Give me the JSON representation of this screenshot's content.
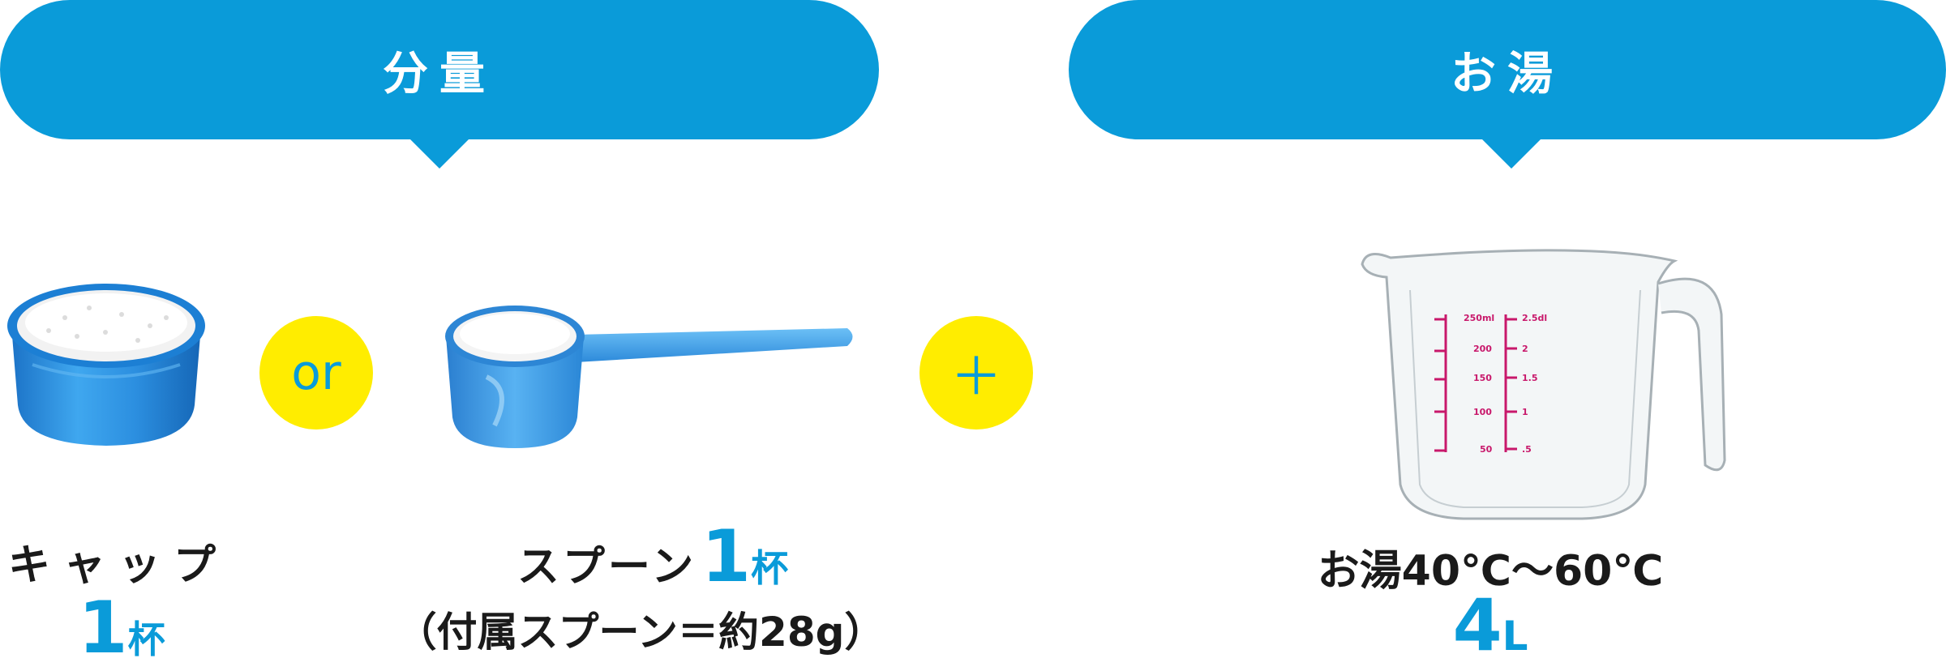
{
  "headers": {
    "amount_label": "分量",
    "water_label": "お湯"
  },
  "connectors": {
    "or_label": "or",
    "plus_label": "＋"
  },
  "cap": {
    "name": "キャップ",
    "count": "1",
    "unit": "杯"
  },
  "spoon": {
    "name": "スプーン",
    "count": "1",
    "unit": "杯",
    "note": "（付属スプーン＝約28g）"
  },
  "water": {
    "temperature": "お湯40℃〜60℃",
    "amount": "4",
    "unit": "L"
  },
  "cup_scale": {
    "ml_marks": [
      "250ml",
      "200",
      "150",
      "100",
      "50"
    ],
    "dl_marks": [
      "2.5dl",
      "2",
      "1.5",
      "1",
      ".5"
    ]
  },
  "colors": {
    "accent": "#0a9bd9",
    "highlight": "#ffed00",
    "text": "#1a1a1a",
    "scale": "#c8186b"
  }
}
